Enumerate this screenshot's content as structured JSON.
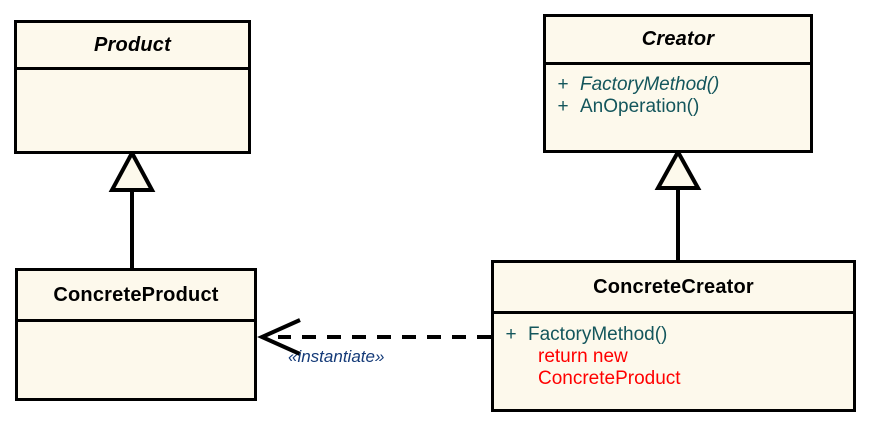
{
  "diagram": {
    "title": "Factory Method pattern UML class diagram",
    "type": "uml-class-diagram",
    "colors": {
      "class_fill": "#fdf9ec",
      "class_border": "#000000",
      "member_text": "#14565c",
      "note_text": "#ff0000",
      "stereotype_text": "#143a78",
      "background": "#ffffff"
    }
  },
  "classes": {
    "product": {
      "name": "Product",
      "abstract": true,
      "members": [],
      "notes": []
    },
    "creator": {
      "name": "Creator",
      "abstract": true,
      "members": [
        {
          "visibility": "+",
          "signature": "FactoryMethod()",
          "abstract": true
        },
        {
          "visibility": "+",
          "signature": "AnOperation()",
          "abstract": false
        }
      ],
      "notes": []
    },
    "concrete_product": {
      "name": "ConcreteProduct",
      "abstract": false,
      "members": [],
      "notes": []
    },
    "concrete_creator": {
      "name": "ConcreteCreator",
      "abstract": false,
      "members": [
        {
          "visibility": "+",
          "signature": "FactoryMethod()",
          "abstract": false
        }
      ],
      "notes": [
        "return new",
        "ConcreteProduct"
      ]
    }
  },
  "relations": {
    "product_generalization": {
      "kind": "generalization",
      "from": "ConcreteProduct",
      "to": "Product"
    },
    "creator_generalization": {
      "kind": "generalization",
      "from": "ConcreteCreator",
      "to": "Creator"
    },
    "instantiate_dependency": {
      "kind": "dependency",
      "from": "ConcreteCreator",
      "to": "ConcreteProduct",
      "stereotype": "«instantiate»"
    }
  }
}
